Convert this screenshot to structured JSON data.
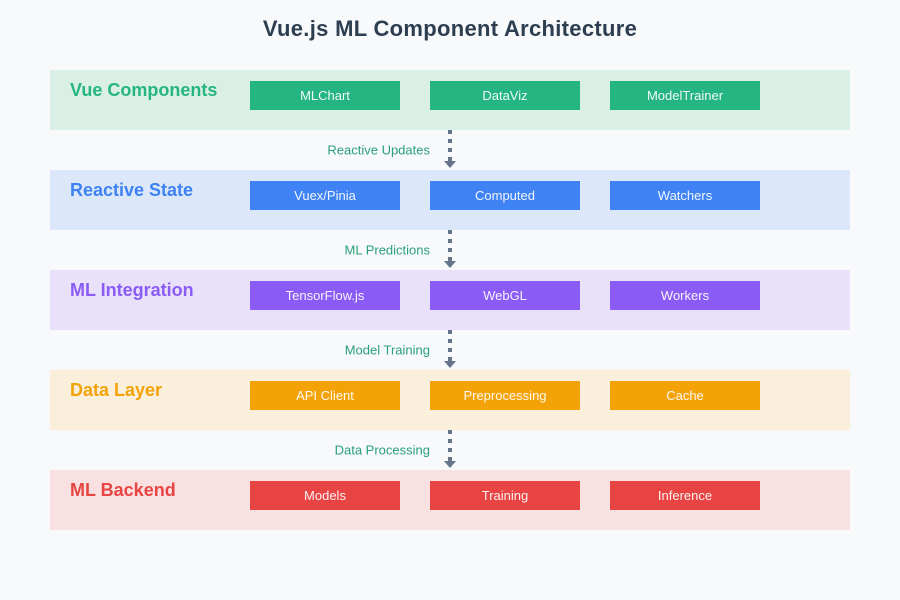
{
  "title": "Vue.js ML Component Architecture",
  "colors": {
    "background": "#f8f9fb",
    "title": "#2c3e50",
    "arrow": "#64748b",
    "connection_label": "#2aa07a"
  },
  "layers": [
    {
      "label": "Vue Components",
      "accent": "#25b582",
      "band_bg": "#daf0e6",
      "boxes": [
        "MLChart",
        "DataViz",
        "ModelTrainer"
      ]
    },
    {
      "label": "Reactive State",
      "accent": "#3e82f4",
      "band_bg": "#dce8f9",
      "boxes": [
        "Vuex/Pinia",
        "Computed",
        "Watchers"
      ]
    },
    {
      "label": "ML Integration",
      "accent": "#8a5cf5",
      "band_bg": "#e8e1f9",
      "boxes": [
        "TensorFlow.js",
        "WebGL",
        "Workers"
      ]
    },
    {
      "label": "Data Layer",
      "accent": "#f3a208",
      "band_bg": "#f9efdb",
      "boxes": [
        "API Client",
        "Preprocessing",
        "Cache"
      ]
    },
    {
      "label": "ML Backend",
      "accent": "#e94444",
      "band_bg": "#f9e1e1",
      "boxes": [
        "Models",
        "Training",
        "Inference"
      ]
    }
  ],
  "connections": [
    {
      "label": "Reactive Updates"
    },
    {
      "label": "ML Predictions"
    },
    {
      "label": "Model Training"
    },
    {
      "label": "Data Processing"
    }
  ]
}
